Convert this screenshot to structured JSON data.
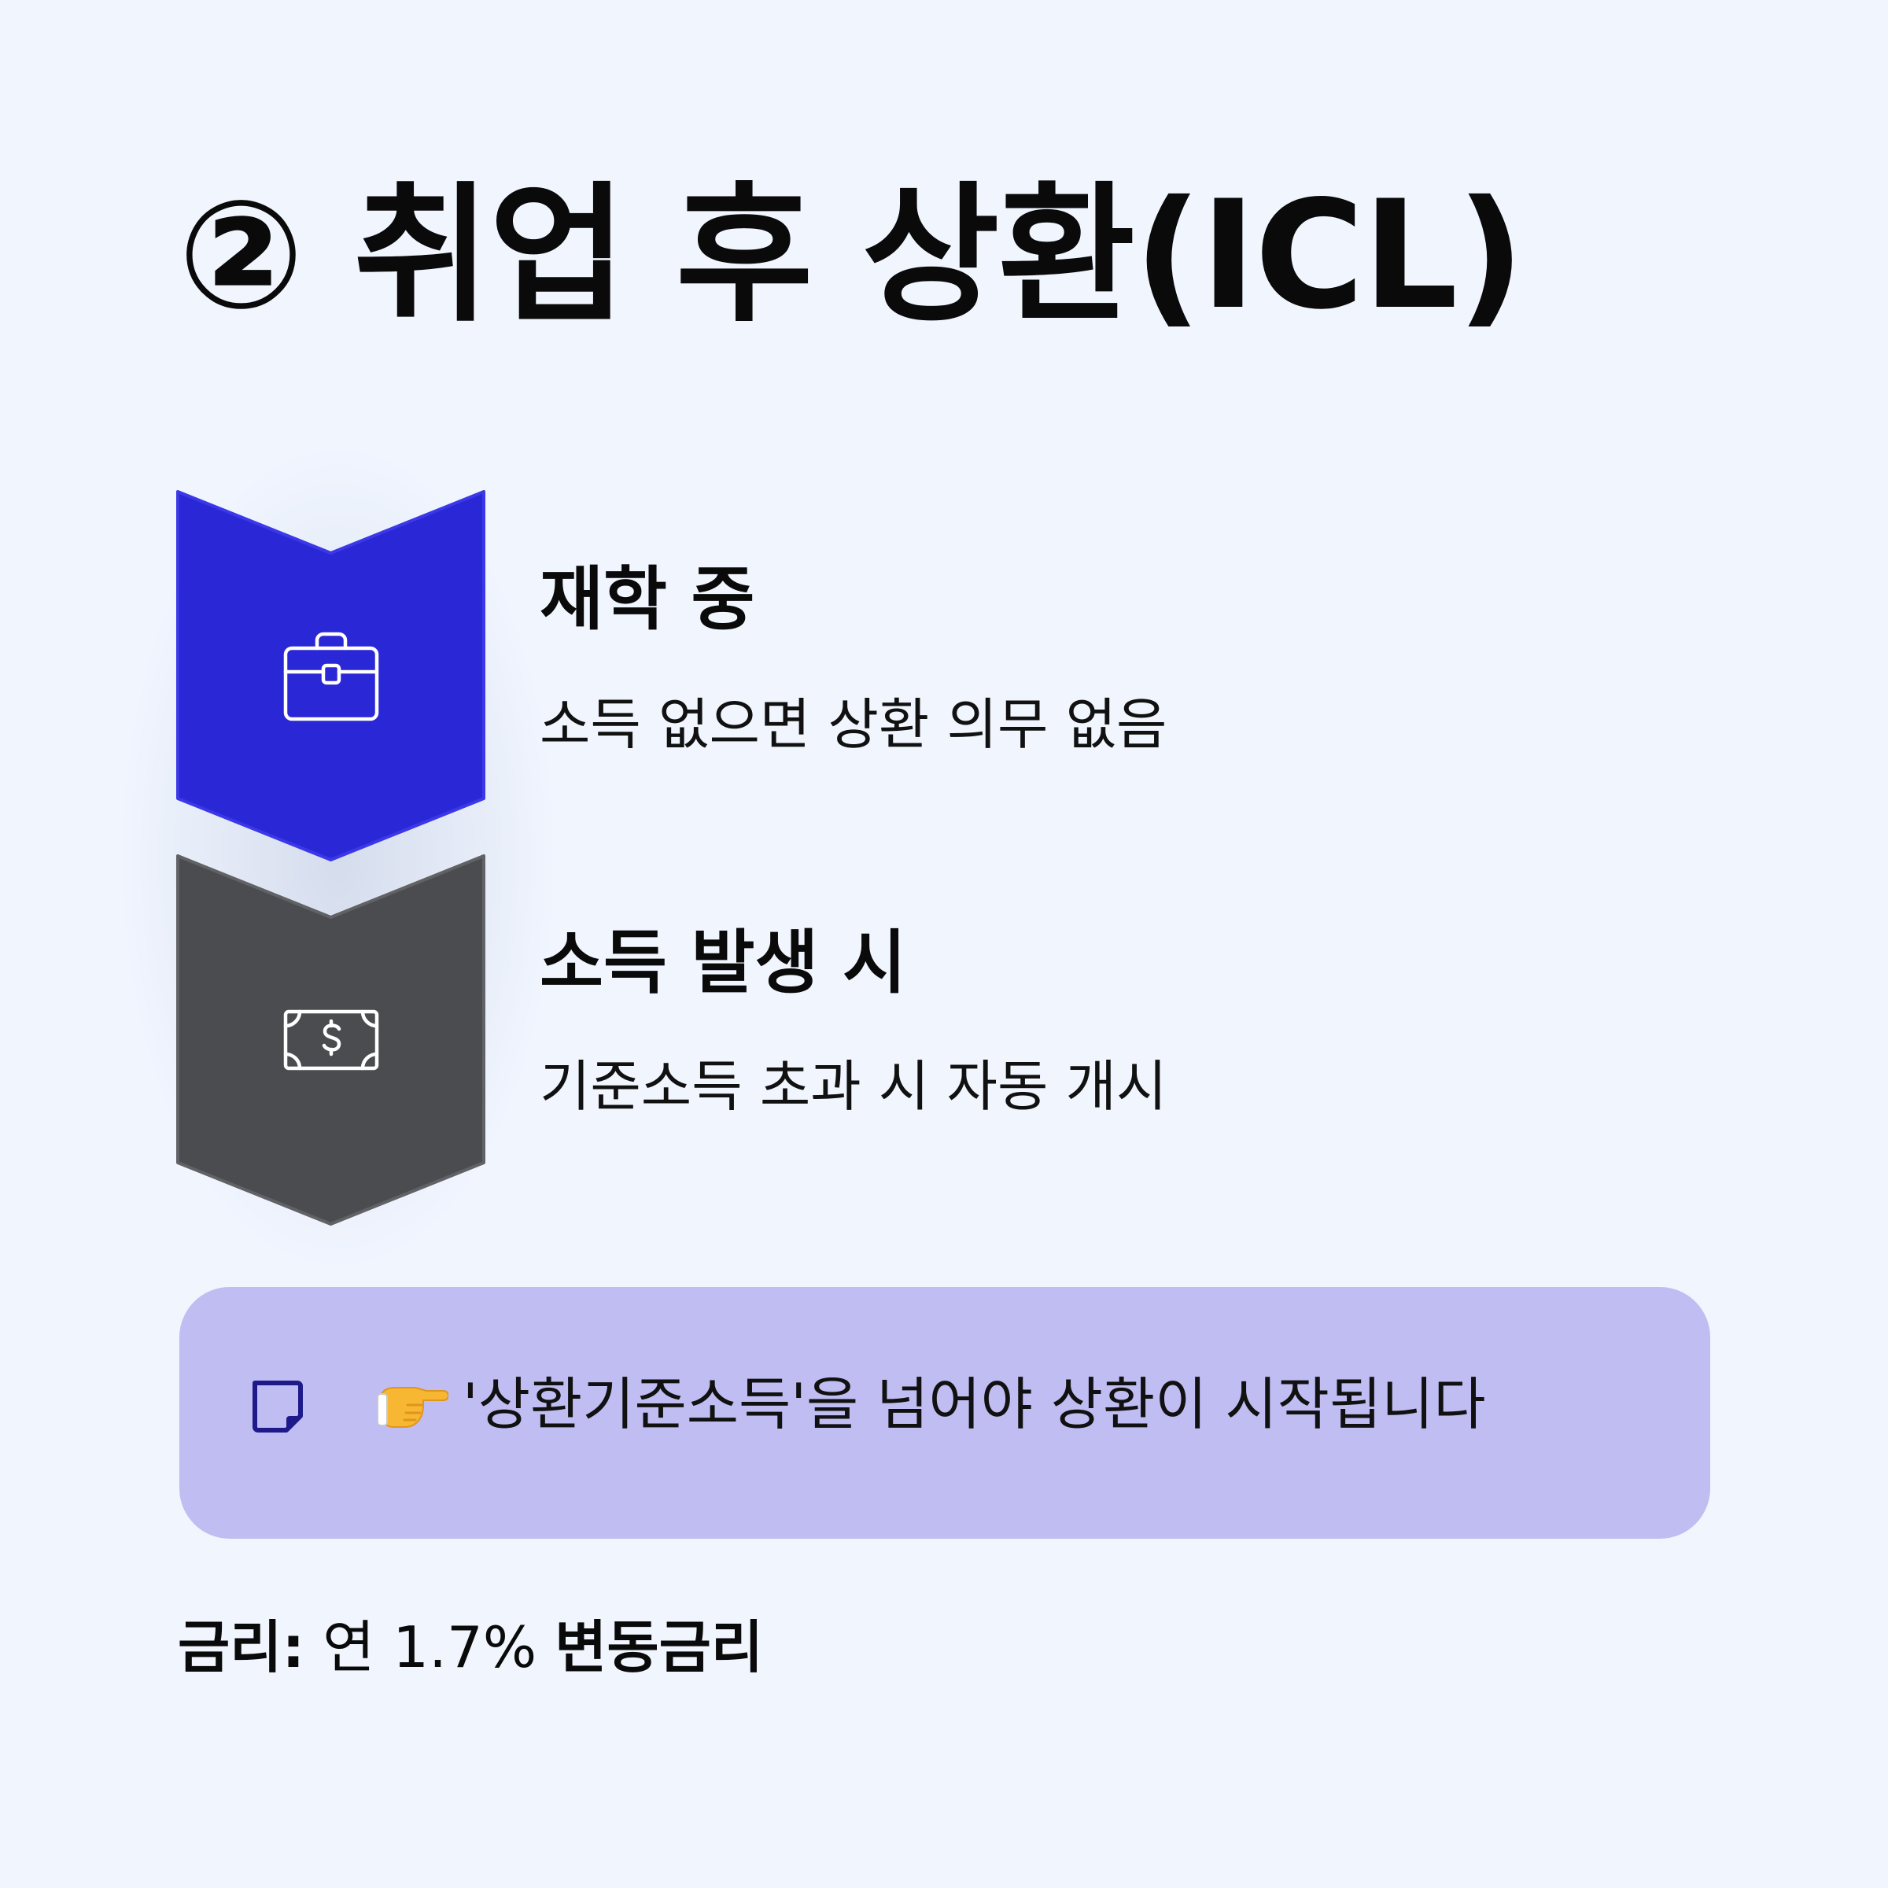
{
  "title": "② 취업 후 상환(ICL)",
  "steps": [
    {
      "title": "재학 중",
      "description": "소득 없으면 상환 의무 없음",
      "icon": "briefcase-icon",
      "color": "#2a27d6"
    },
    {
      "title": "소득 발생 시",
      "description": "기준소득 초과 시 자동 개시",
      "icon": "money-bill-icon",
      "color": "#4b4c50"
    }
  ],
  "callout": {
    "icon": "note-icon",
    "emoji_icon": "pointing-hand-icon",
    "text": "'상환기준소득'을 넘어야 상환이 시작됩니다",
    "background": "#bfbdf2"
  },
  "rate": {
    "label": "금리:",
    "value": "연 1.7%",
    "type": "변동금리"
  },
  "colors": {
    "background": "#f0f5fe",
    "accent": "#2a27d6",
    "dark": "#4b4c50"
  }
}
